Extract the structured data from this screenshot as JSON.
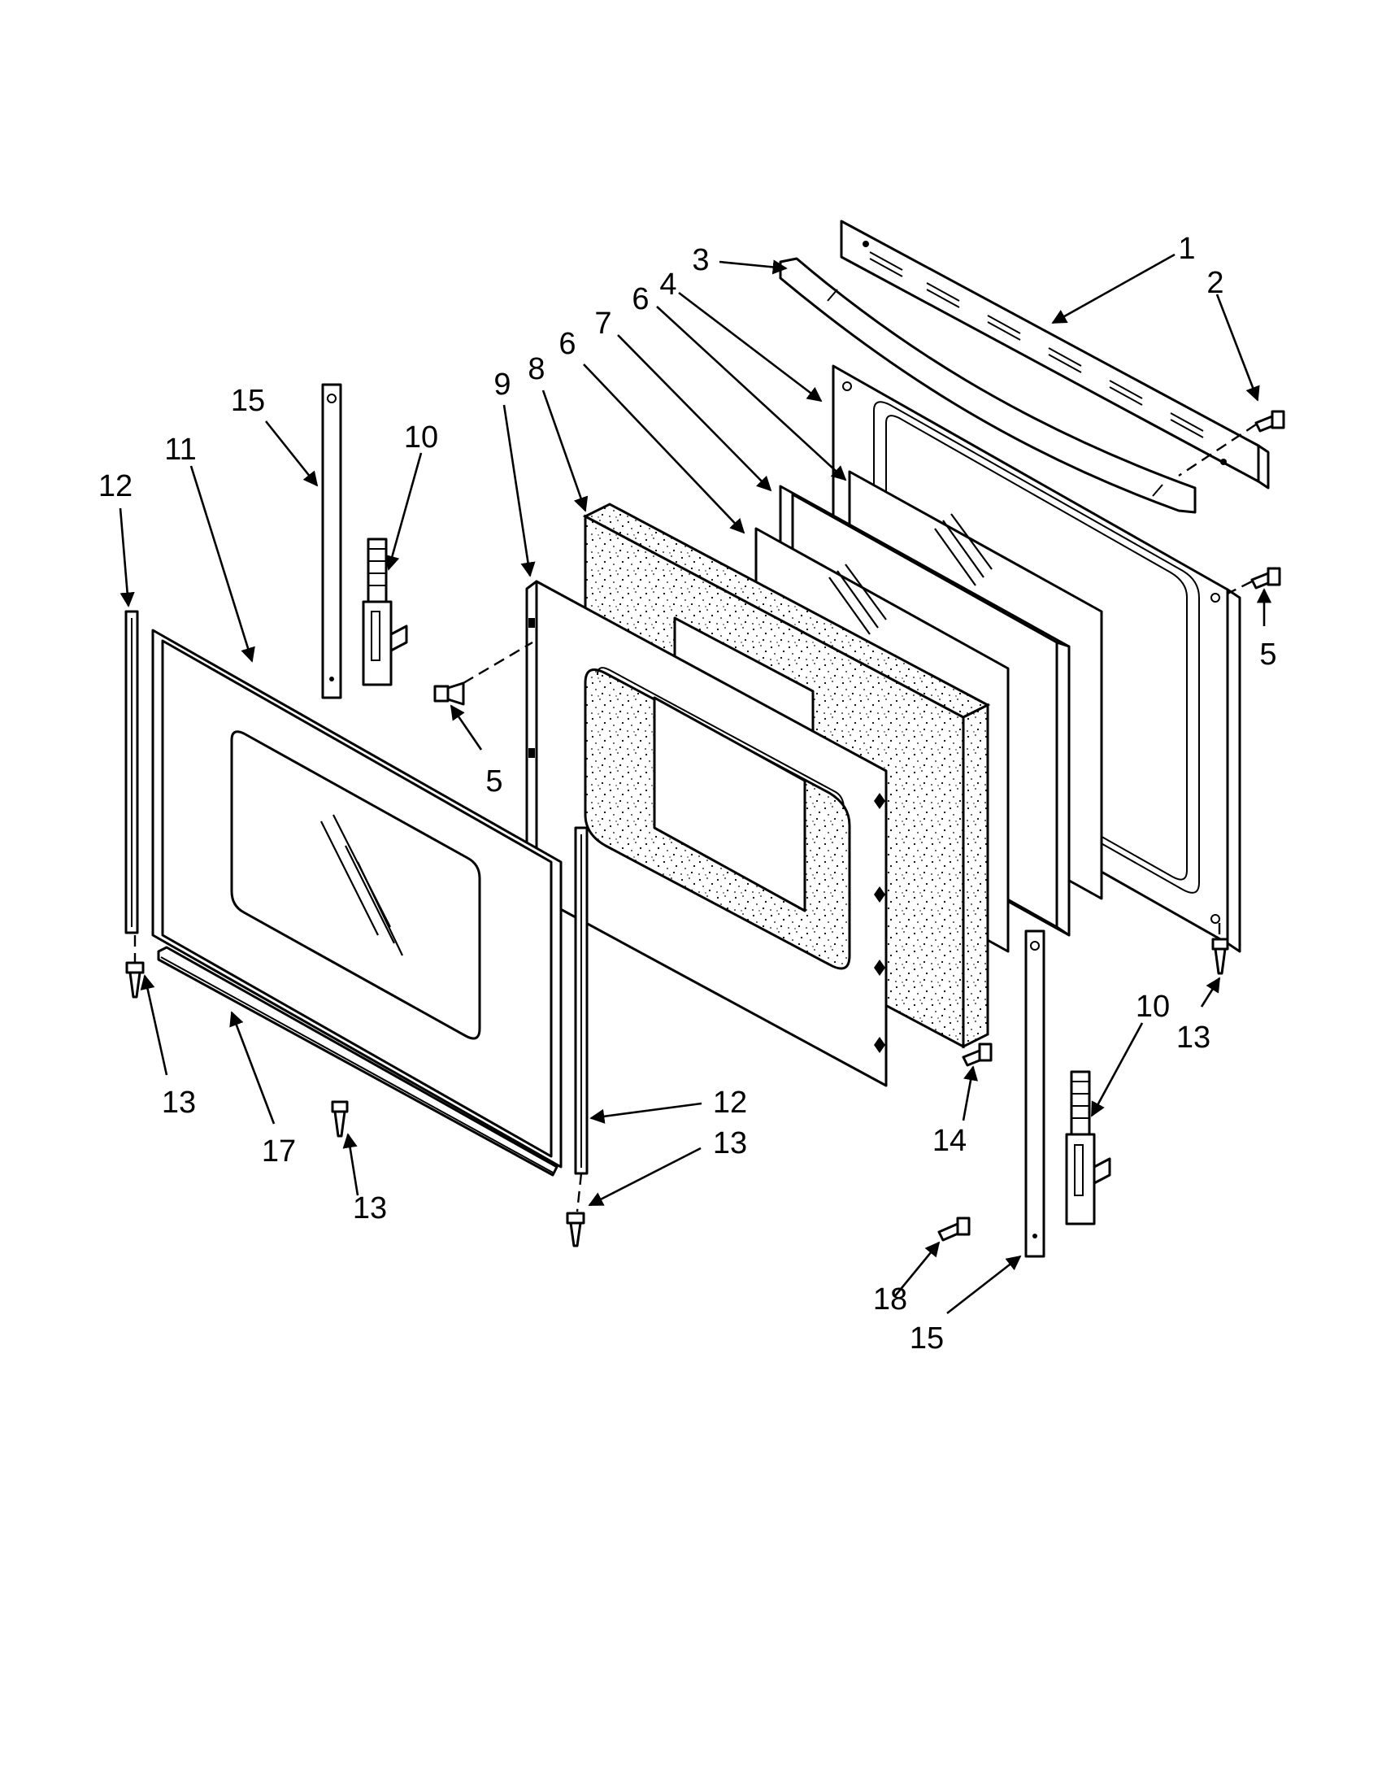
{
  "diagram": {
    "callouts": [
      {
        "id": "c1",
        "label": "1"
      },
      {
        "id": "c2",
        "label": "2"
      },
      {
        "id": "c3",
        "label": "3"
      },
      {
        "id": "c4",
        "label": "4"
      },
      {
        "id": "c5a",
        "label": "5"
      },
      {
        "id": "c5b",
        "label": "5"
      },
      {
        "id": "c6a",
        "label": "6"
      },
      {
        "id": "c6b",
        "label": "6"
      },
      {
        "id": "c7",
        "label": "7"
      },
      {
        "id": "c8",
        "label": "8"
      },
      {
        "id": "c9",
        "label": "9"
      },
      {
        "id": "c10a",
        "label": "10"
      },
      {
        "id": "c10b",
        "label": "10"
      },
      {
        "id": "c11",
        "label": "11"
      },
      {
        "id": "c12a",
        "label": "12"
      },
      {
        "id": "c12b",
        "label": "12"
      },
      {
        "id": "c13a",
        "label": "13"
      },
      {
        "id": "c13b",
        "label": "13"
      },
      {
        "id": "c13c",
        "label": "13"
      },
      {
        "id": "c13d",
        "label": "13"
      },
      {
        "id": "c14",
        "label": "14"
      },
      {
        "id": "c15a",
        "label": "15"
      },
      {
        "id": "c15b",
        "label": "15"
      },
      {
        "id": "c17",
        "label": "17"
      },
      {
        "id": "c18",
        "label": "18"
      }
    ]
  },
  "colors": {
    "ink": "#000000",
    "paper": "#ffffff"
  }
}
